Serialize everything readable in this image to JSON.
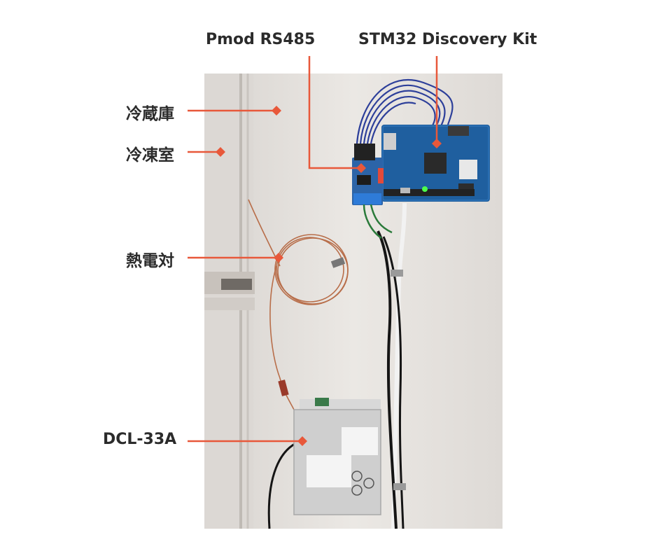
{
  "labels": {
    "pmod": "Pmod RS485",
    "stm32": "STM32 Discovery Kit",
    "fridge": "冷蔵庫",
    "freezer": "冷凍室",
    "thermocouple": "熱電対",
    "dcl": "DCL-33A"
  },
  "colors": {
    "callout": "#e8583a",
    "label_text": "#2b2b2b",
    "wall": "#e6e3df",
    "board": "#1f5f9f"
  }
}
